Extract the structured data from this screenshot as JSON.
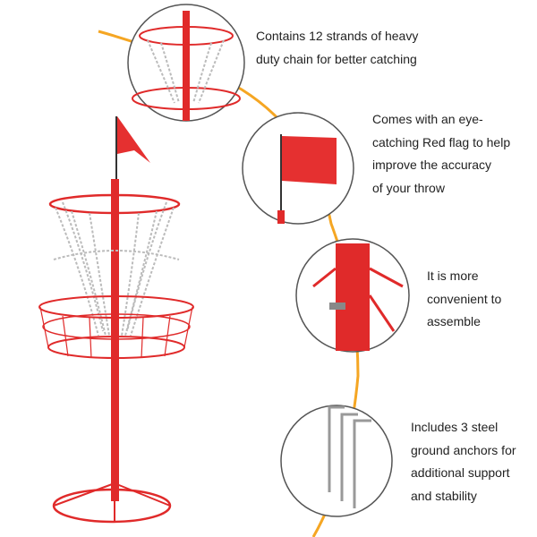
{
  "features": [
    {
      "lines": [
        "Contains 12 strands of heavy",
        "duty chain for better catching"
      ]
    },
    {
      "lines": [
        "Comes with an eye-",
        "catching Red flag to help",
        "improve the accuracy",
        "of your throw"
      ]
    },
    {
      "lines": [
        "It is more",
        "convenient to",
        "assemble"
      ]
    },
    {
      "lines": [
        "Includes 3 steel",
        "ground anchors for",
        "additional support",
        "and stability"
      ]
    }
  ],
  "colors": {
    "frame": "#e02a2a",
    "accent_line": "#f5a623",
    "chain": "#b8b8b8",
    "circle_border": "#555555"
  }
}
